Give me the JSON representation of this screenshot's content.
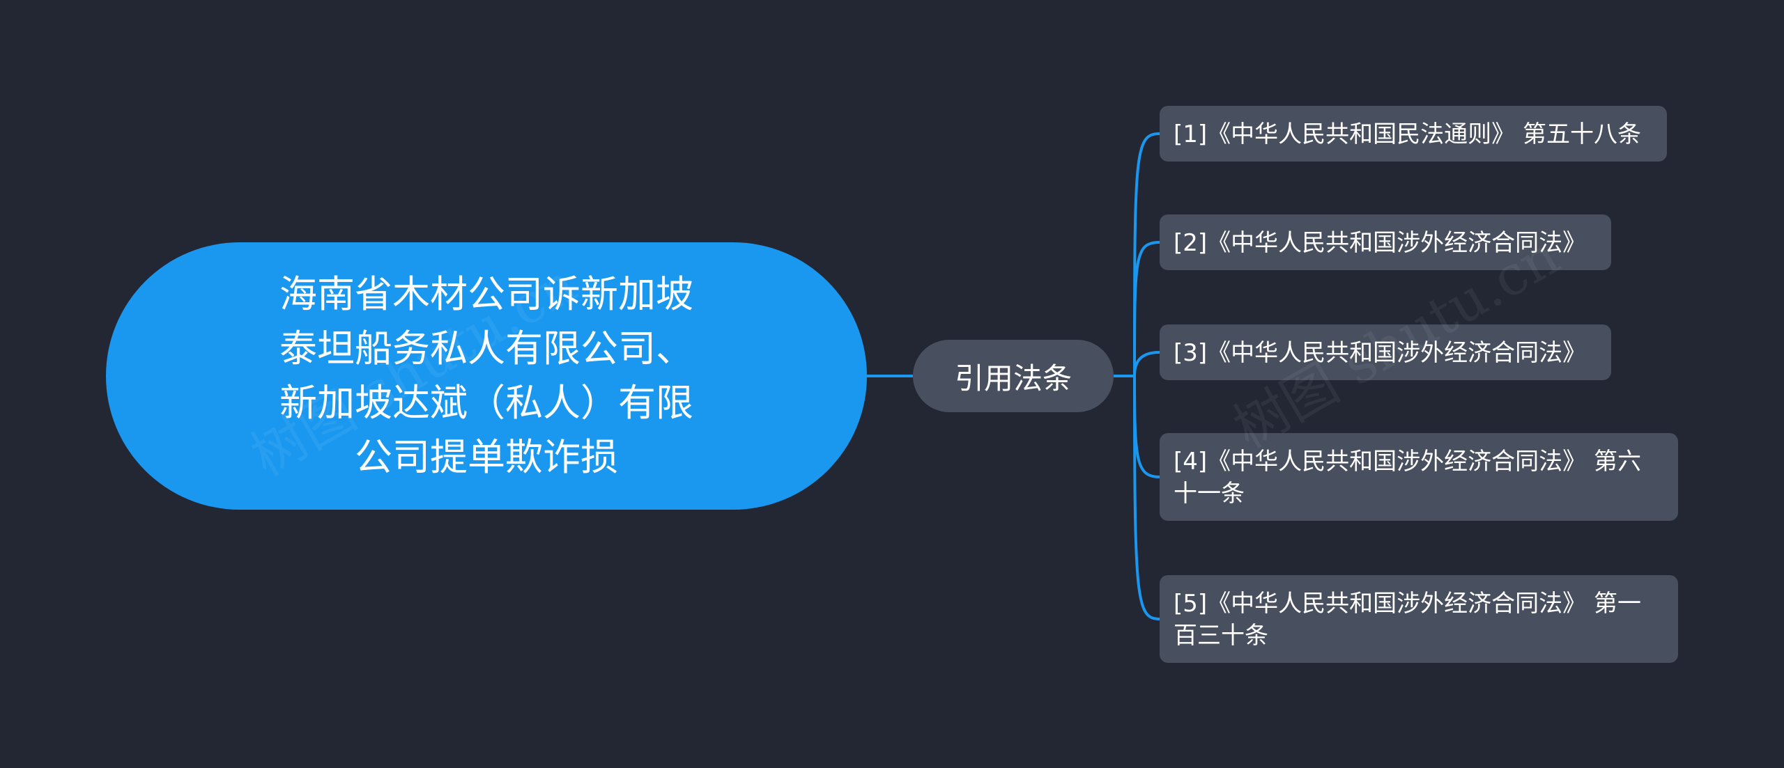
{
  "root": {
    "lines": [
      "海南省木材公司诉新加坡",
      "泰坦船务私人有限公司、",
      "新加坡达斌（私人）有限",
      "公司提单欺诈损"
    ]
  },
  "branch": {
    "label": "引用法条"
  },
  "leaves": [
    {
      "text": "[1]《中华人民共和国民法通则》 第五十八条"
    },
    {
      "text": "[2]《中华人民共和国涉外经济合同法》"
    },
    {
      "text": "[3]《中华人民共和国涉外经济合同法》"
    },
    {
      "text": "[4]《中华人民共和国涉外经济合同法》 第六十一条"
    },
    {
      "text": "[5]《中华人民共和国涉外经济合同法》 第一百三十条"
    }
  ],
  "watermark": {
    "text_1": "树图 shutu.cn",
    "text_2": "树图 shutu.cn"
  },
  "colors": {
    "background": "#232733",
    "root_fill": "#1a98f0",
    "node_fill": "#484f5f",
    "connector": "#1a98f0",
    "text": "#ffffff"
  }
}
